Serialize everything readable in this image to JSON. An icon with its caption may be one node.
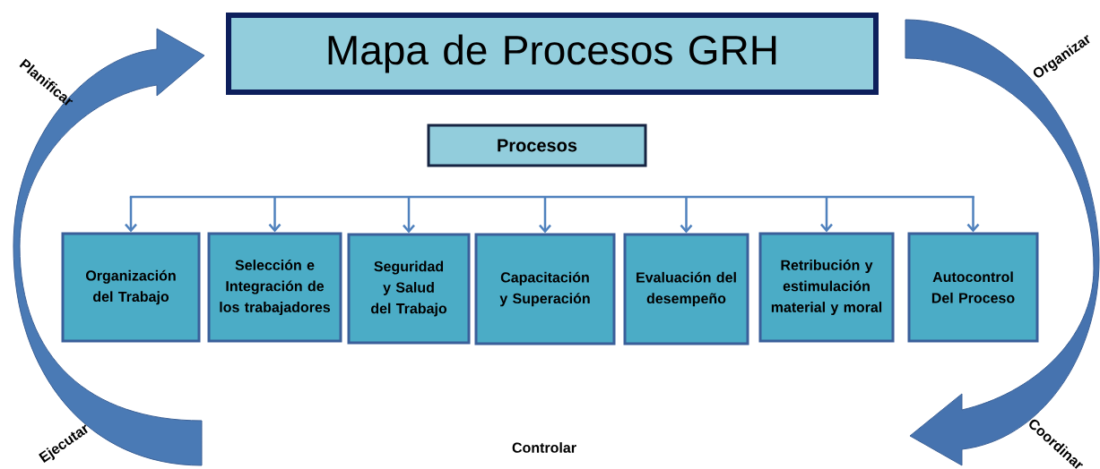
{
  "diagram": {
    "nodes": [
      {
        "text": [
          "Mapa de Procesos GRH"
        ]
      },
      {
        "text": [
          "Procesos"
        ]
      },
      {
        "text": [
          "Organización del Trabajo"
        ]
      },
      {
        "text": [
          "Selección e Integración de los trabajadores"
        ]
      },
      {
        "text": [
          "Seguridad y Salud del Trabajo"
        ]
      },
      {
        "text": [
          "Capacitación y Superación"
        ]
      },
      {
        "text": [
          "Evaluación del desempeño"
        ]
      },
      {
        "text": [
          "Retribución y estimulación material y moral"
        ]
      },
      {
        "text": [
          "Autocontrol Del Proceso"
        ]
      }
    ],
    "edges": [
      {
        "from": null,
        "to": 2,
        "arrow": "to"
      },
      {
        "from": null,
        "to": 3,
        "arrow": "to"
      },
      {
        "from": null,
        "to": 4,
        "arrow": "to"
      },
      {
        "from": null,
        "to": 5,
        "arrow": "to"
      },
      {
        "from": null,
        "to": 6,
        "arrow": "to"
      },
      {
        "from": null,
        "to": 7,
        "arrow": "to"
      },
      {
        "from": null,
        "to": 8,
        "arrow": "to"
      }
    ],
    "labels": [
      "Planificar",
      "Organizar",
      "Coordinar",
      "Controlar",
      "Ejecutar"
    ]
  }
}
